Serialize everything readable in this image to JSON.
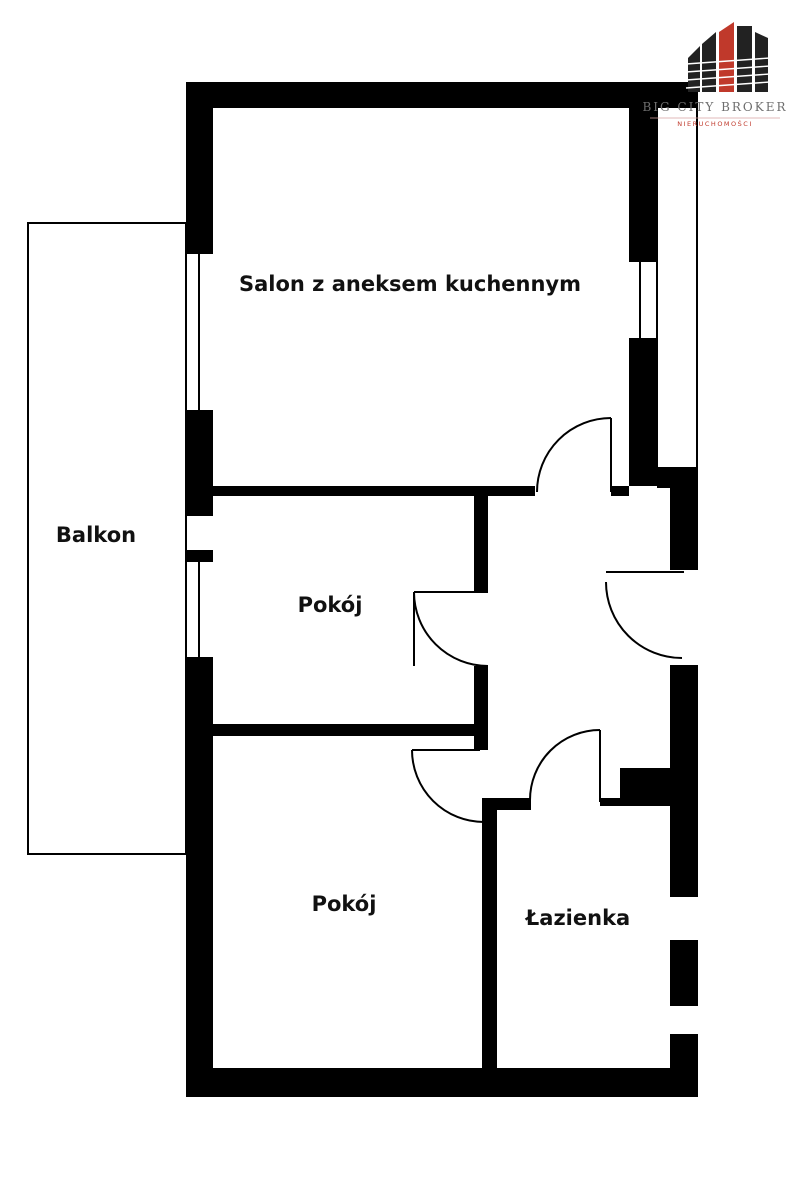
{
  "rooms": {
    "living": "Salon z aneksem kuchennym",
    "balcony": "Balkon",
    "room_1": "Pokój",
    "room_2": "Pokój",
    "bathroom": "Łazienka"
  },
  "logo": {
    "brand": "BIG CITY BROKER",
    "tagline": "NIERUCHOMOŚCI",
    "accent_color": "#c0392b"
  },
  "colors": {
    "wall": "#000000",
    "background": "#ffffff"
  }
}
